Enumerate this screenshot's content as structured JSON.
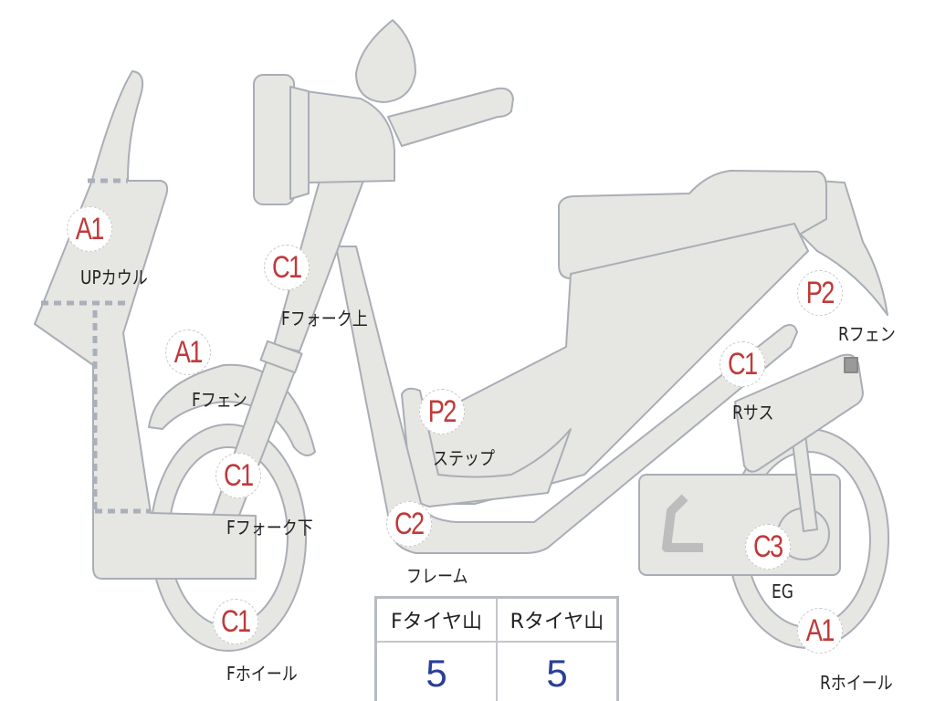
{
  "colors": {
    "body_fill": "#e6e6e2",
    "outline": "#a9aeb6",
    "code_red": "#c0393a",
    "value_blue": "#2a3f96"
  },
  "parts": [
    {
      "id": "up-cowl",
      "code": "A1",
      "label": "UPカウル"
    },
    {
      "id": "f-fork-upper",
      "code": "C1",
      "label": "Fフォーク上"
    },
    {
      "id": "f-fender",
      "code": "A1",
      "label": "Fフェン"
    },
    {
      "id": "step",
      "code": "P2",
      "label": "ステップ"
    },
    {
      "id": "f-fork-lower",
      "code": "C1",
      "label": "Fフォーク下"
    },
    {
      "id": "frame",
      "code": "C2",
      "label": "フレーム"
    },
    {
      "id": "f-wheel",
      "code": "C1",
      "label": "Fホイール"
    },
    {
      "id": "r-fender",
      "code": "P2",
      "label": "Rフェン"
    },
    {
      "id": "r-suspension",
      "code": "C1",
      "label": "Rサス"
    },
    {
      "id": "engine",
      "code": "C3",
      "label": "EG"
    },
    {
      "id": "r-wheel",
      "code": "A1",
      "label": "Rホイール"
    }
  ],
  "tire_table": {
    "headers": [
      "Fタイヤ山",
      "Rタイヤ山"
    ],
    "values": [
      "5",
      "5"
    ]
  }
}
